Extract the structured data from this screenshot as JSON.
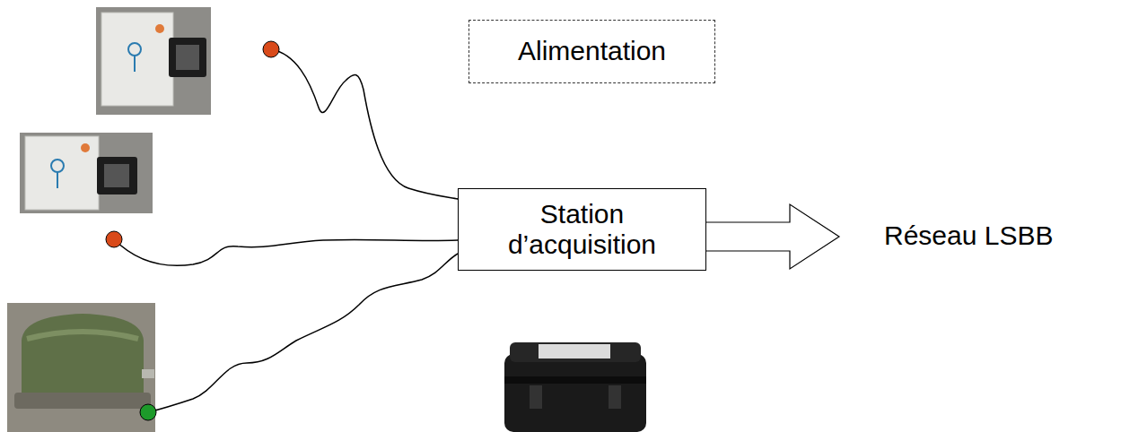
{
  "diagram": {
    "nodes": [
      {
        "text": [
          "Alimentation"
        ]
      },
      {
        "text": [
          "Station d’acquisition"
        ]
      }
    ],
    "labels": [
      "Réseau LSBB"
    ]
  }
}
